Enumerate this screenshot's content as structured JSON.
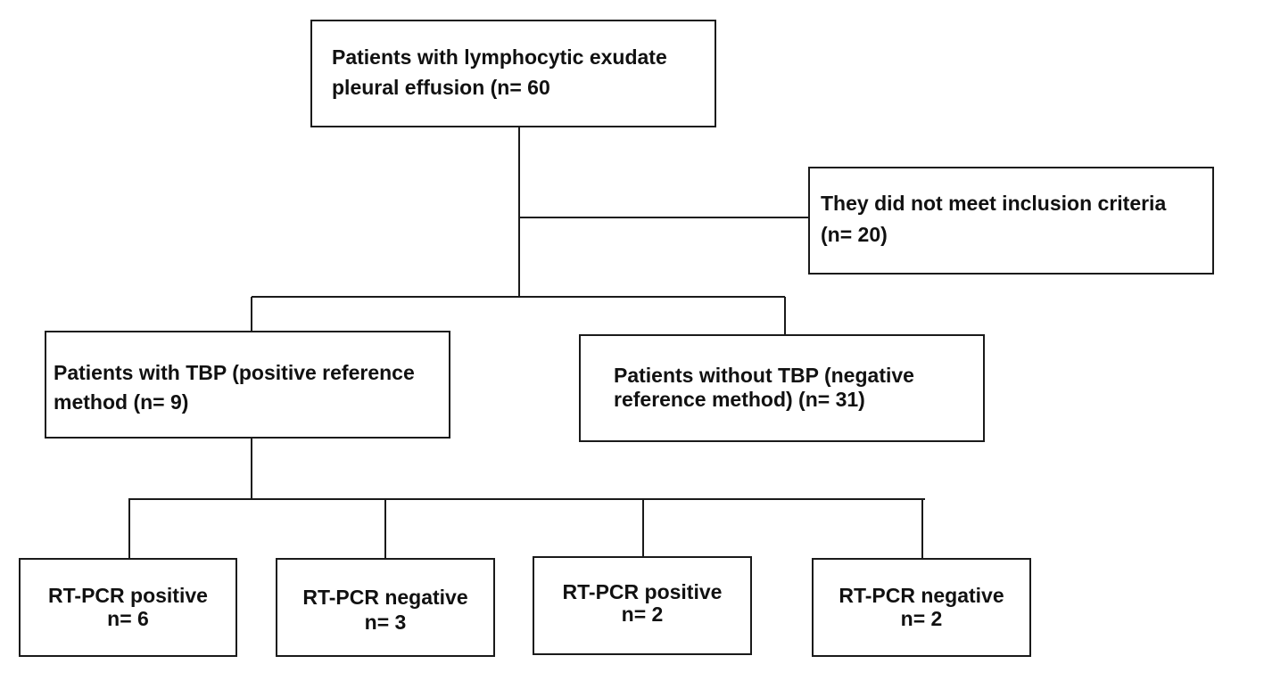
{
  "flowchart": {
    "root": {
      "line1": "Patients with lymphocytic exudate",
      "line2": "pleural effusion (n= 60"
    },
    "excluded": {
      "line1": "They did not meet inclusion criteria",
      "line2": "(n= 20)"
    },
    "tbp_positive": {
      "line1": "Patients with TBP (positive reference",
      "line2": "method  (n= 9)"
    },
    "tbp_negative": {
      "line1": "Patients without TBP (negative",
      "line2": "reference method) (n= 31)"
    },
    "results": [
      {
        "label": "RT-PCR positive",
        "count": "n= 6"
      },
      {
        "label": "RT-PCR negative",
        "count": "n= 3"
      },
      {
        "label": "RT-PCR positive",
        "count": "n= 2"
      },
      {
        "label": "RT-PCR negative",
        "count": "n= 2"
      }
    ]
  }
}
